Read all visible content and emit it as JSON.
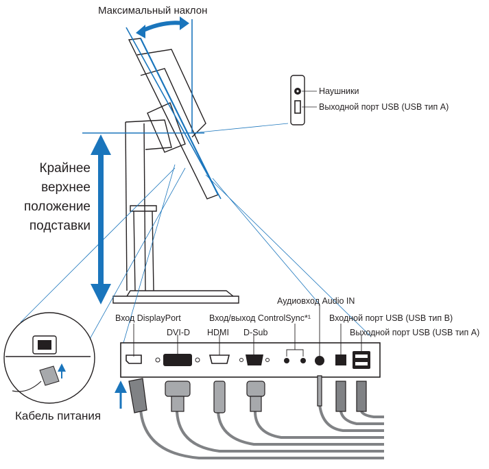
{
  "labels": {
    "max_tilt": "Максимальный наклон",
    "headphones": "Наушники",
    "usb_out_top": "Выходной порт USB (USB тип A)",
    "stand_top": [
      "Крайнее",
      "верхнее",
      "положение",
      "подставки"
    ],
    "power_cable": "Кабель питания",
    "audio_in": "Аудиовход Audio IN",
    "displayport": "Вход DisplayPort",
    "controlsync": "Вход/выход ControlSync*¹",
    "usb_in": "Входной порт USB (USB тип B)",
    "dvi": "DVI-D",
    "hdmi": "HDMI",
    "dsub": "D-Sub",
    "usb_out_bottom": "Выходной порт USB (USB тип A)"
  },
  "colors": {
    "accent_blue": "#1a75bc",
    "outline": "#231f20",
    "connector_gray": "#a7a9ac"
  }
}
